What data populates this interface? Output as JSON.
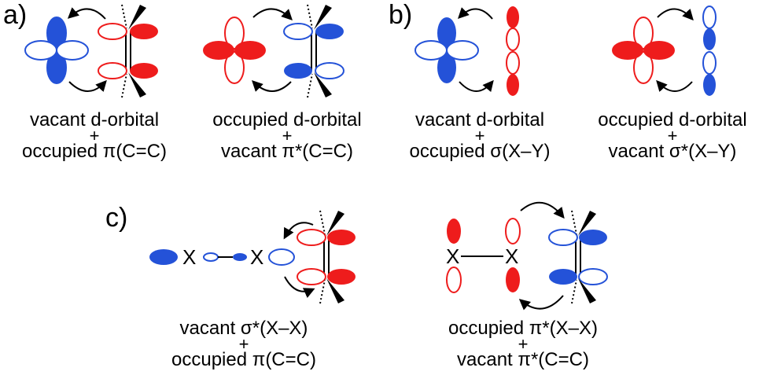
{
  "colors": {
    "red": "#ee1c1c",
    "blue": "#2452d8",
    "black": "#000000"
  },
  "panels": {
    "a": {
      "label": "a)",
      "left": {
        "line1": "vacant d-orbital",
        "plus": "+",
        "line2": "occupied π(C=C)"
      },
      "right": {
        "line1": "occupied d-orbital",
        "plus": "+",
        "line2": "vacant π*(C=C)"
      }
    },
    "b": {
      "label": "b)",
      "left": {
        "line1": "vacant d-orbital",
        "plus": "+",
        "line2": "occupied σ(X–Y)"
      },
      "right": {
        "line1": "occupied d-orbital",
        "plus": "+",
        "line2": "vacant σ*(X–Y)"
      }
    },
    "c": {
      "label": "c)",
      "atom_x": "X",
      "left": {
        "line1": "vacant σ*(X–X)",
        "plus": "+",
        "line2": "occupied π(C=C)"
      },
      "right": {
        "line1": "occupied π*(X–X)",
        "plus": "+",
        "line2": "vacant π*(C=C)"
      }
    }
  }
}
